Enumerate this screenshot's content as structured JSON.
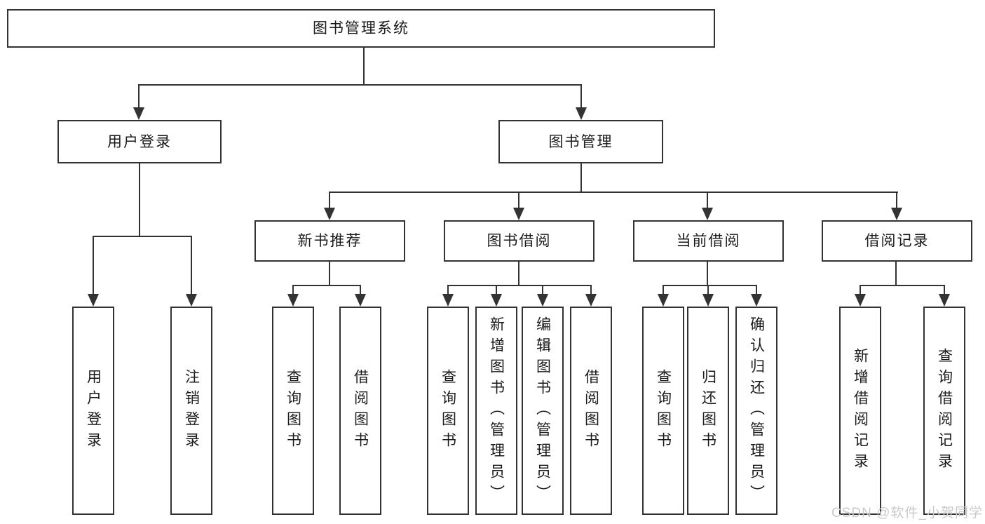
{
  "diagram": {
    "type": "tree",
    "tree": {
      "label": "图书管理系统",
      "children": [
        {
          "label": "用户登录",
          "children": [
            {
              "label": "用户登录"
            },
            {
              "label": "注销登录"
            }
          ]
        },
        {
          "label": "图书管理",
          "children": [
            {
              "label": "新书推荐",
              "children": [
                {
                  "label": "查询图书"
                },
                {
                  "label": "借阅图书"
                }
              ]
            },
            {
              "label": "图书借阅",
              "children": [
                {
                  "label": "查询图书"
                },
                {
                  "label": "新增图书（管理员）"
                },
                {
                  "label": "编辑图书（管理员）"
                },
                {
                  "label": "借阅图书"
                }
              ]
            },
            {
              "label": "当前借阅",
              "children": [
                {
                  "label": "查询图书"
                },
                {
                  "label": "归还图书"
                },
                {
                  "label": "确认归还（管理员）"
                }
              ]
            },
            {
              "label": "借阅记录",
              "children": [
                {
                  "label": "新增借阅记录"
                },
                {
                  "label": "查询借阅记录"
                }
              ]
            }
          ]
        }
      ]
    }
  },
  "watermark": {
    "text": "CSDN @软件_小贺同学"
  },
  "colors": {
    "background": "#ffffff",
    "line": "#333333",
    "box_border": "#333333",
    "text": "#1a1a1a",
    "watermark": "#c9c9c9"
  }
}
